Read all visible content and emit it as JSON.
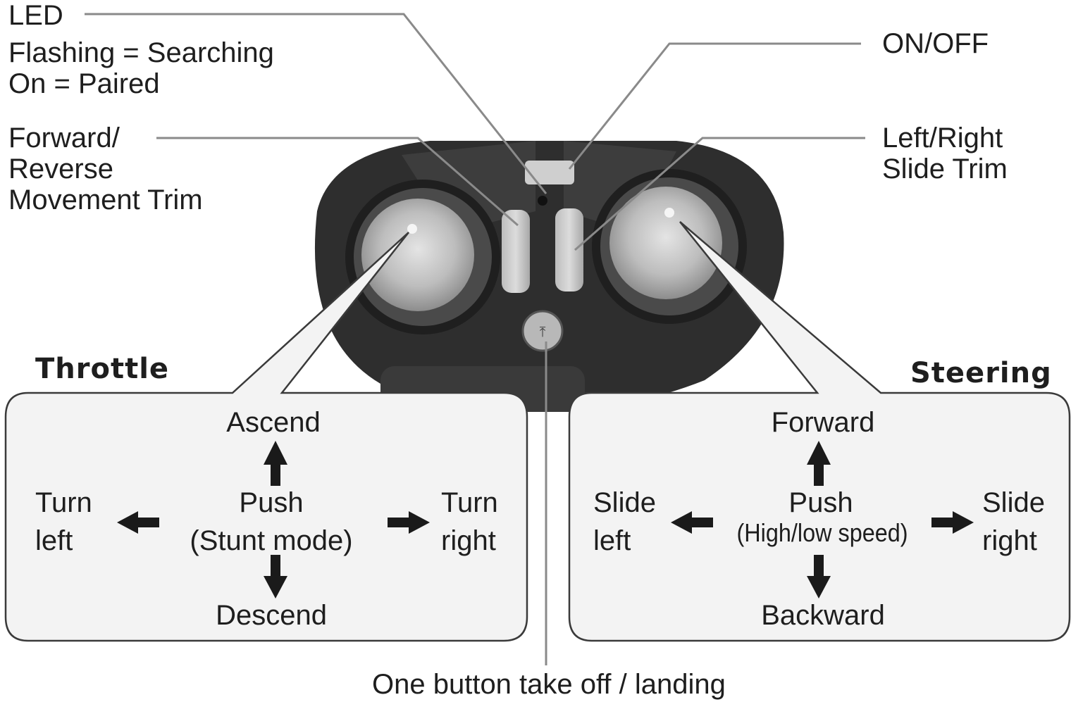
{
  "callouts": {
    "led": {
      "title": "LED",
      "line1": "Flashing = Searching",
      "line2": "On = Paired"
    },
    "onoff": "ON/OFF",
    "fwd_trim": {
      "line1": "Forward/",
      "line2": "Reverse",
      "line3": "Movement Trim"
    },
    "lr_trim": {
      "line1": "Left/Right",
      "line2": "Slide Trim"
    },
    "takeoff": "One button take off / landing"
  },
  "throttle": {
    "title": "Throttle",
    "up": "Ascend",
    "center_line1": "Push",
    "center_line2": "(Stunt mode)",
    "down": "Descend",
    "left_line1": "Turn",
    "left_line2": "left",
    "right_line1": "Turn",
    "right_line2": "right"
  },
  "steering": {
    "title": "Steering",
    "up": "Forward",
    "center_line1": "Push",
    "center_line2": "(High/low speed)",
    "down": "Backward",
    "left_line1": "Slide",
    "left_line2": "left",
    "right_line1": "Slide",
    "right_line2": "right"
  },
  "colors": {
    "panel_fill": "#f3f3f3",
    "panel_border": "#3a3a3a",
    "leader": "#8a8a8a",
    "controller": "#2e2e2e",
    "arrow": "#1a1a1a"
  }
}
